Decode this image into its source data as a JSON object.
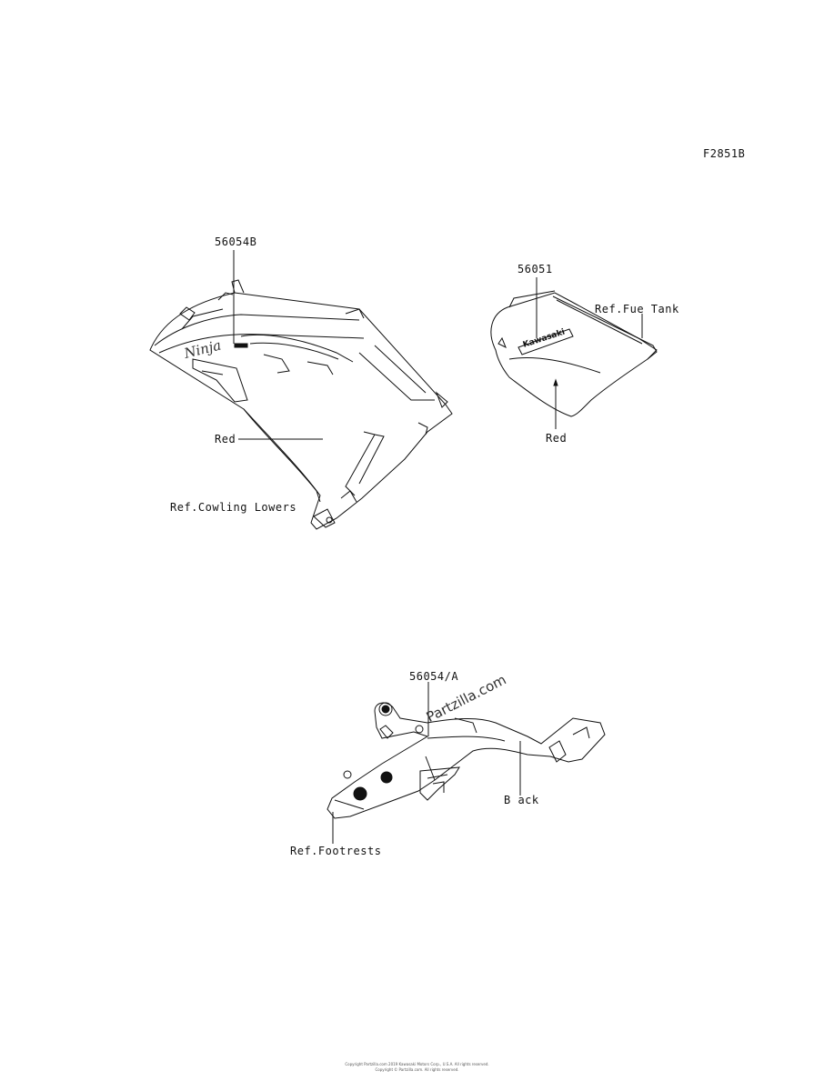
{
  "figure_code": "F2851B",
  "parts": {
    "cowling_stripe": {
      "part_no": "56054B",
      "color_label": "Red",
      "ref_label": "Ref.Cowling Lowers",
      "emblem_text": "Ninja"
    },
    "tank_decal": {
      "part_no": "56051",
      "color_label": "Red",
      "ref_label": "Ref.Fue Tank",
      "emblem_text": "Kawasaki"
    },
    "frame_decal": {
      "part_no": "56054/A",
      "color_label": "B ack",
      "ref_label": "Ref.Footrests"
    }
  },
  "watermark": "Partzilla.com",
  "footer": {
    "line1": "Copyright Partzilla.com 2019 Kawasaki Motors Corp., U.S.A. All rights reserved.",
    "line2": "Copyright © Partzilla.com. All rights reserved."
  }
}
